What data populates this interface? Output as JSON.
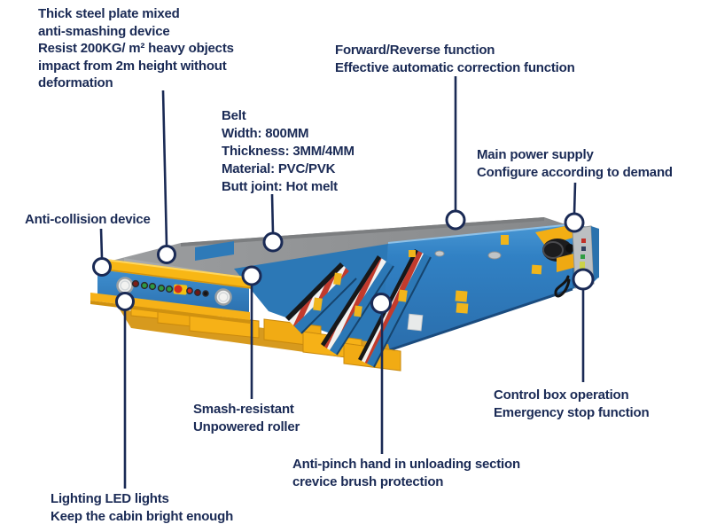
{
  "page": {
    "background": "#ffffff",
    "accent_color": "#1a2a55"
  },
  "machine": {
    "illustration": "telescopic-belt-conveyor",
    "colors": {
      "body_blue": "#2e82c3",
      "trim_yellow": "#f6b117",
      "belt_gray": "#919396",
      "hazard_red": "#c23b2d",
      "control_box_gray": "#bcc0c2",
      "callout_navy": "#1a2a55"
    }
  },
  "callouts": {
    "steel_plate": {
      "text": "Thick steel plate mixed\nanti-smashing device\nResist 200KG/ m² heavy objects\nimpact from 2m height without\ndeformation"
    },
    "belt": {
      "text": "Belt\nWidth: 800MM\nThickness: 3MM/4MM\nMaterial: PVC/PVK\nButt joint: Hot melt"
    },
    "forward_reverse": {
      "text": "Forward/Reverse function\nEffective automatic correction function"
    },
    "main_power": {
      "text": "Main power supply\nConfigure according to demand"
    },
    "anti_collision": {
      "text": "Anti-collision device"
    },
    "smash_resistant": {
      "text": "Smash-resistant\nUnpowered roller"
    },
    "control_box": {
      "text": "Control box operation\nEmergency stop function"
    },
    "anti_pinch": {
      "text": "Anti-pinch hand in unloading section\ncrevice brush protection"
    },
    "led_lights": {
      "text": "Lighting LED lights\nKeep the cabin bright enough"
    }
  }
}
